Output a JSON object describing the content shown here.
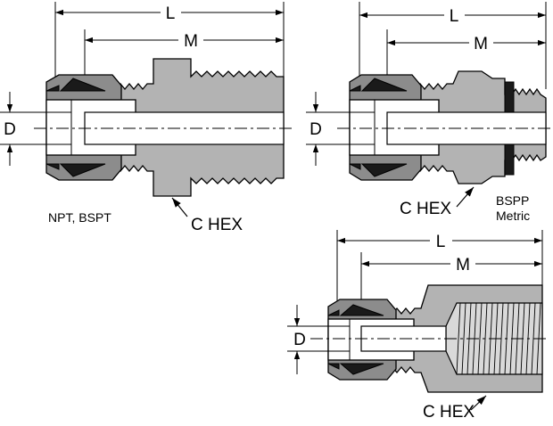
{
  "labels": {
    "L": "L",
    "M": "M",
    "D": "D",
    "chex": "C HEX",
    "npt": "NPT, BSPT",
    "bspp": "BSPP",
    "metric": "Metric"
  },
  "colors": {
    "body": "#b3b3b3",
    "nut": "#8c8c8c",
    "ferrule": "#1a1a1a",
    "tube": "#ffffff",
    "line": "#000000"
  }
}
